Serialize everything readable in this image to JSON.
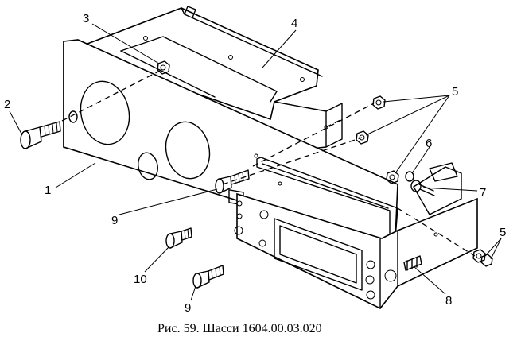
{
  "figure": {
    "caption": "Рис. 59. Шасси 1604.00.03.020",
    "callouts": [
      "1",
      "2",
      "3",
      "4",
      "5",
      "5",
      "6",
      "7",
      "8",
      "9",
      "9",
      "10"
    ]
  }
}
